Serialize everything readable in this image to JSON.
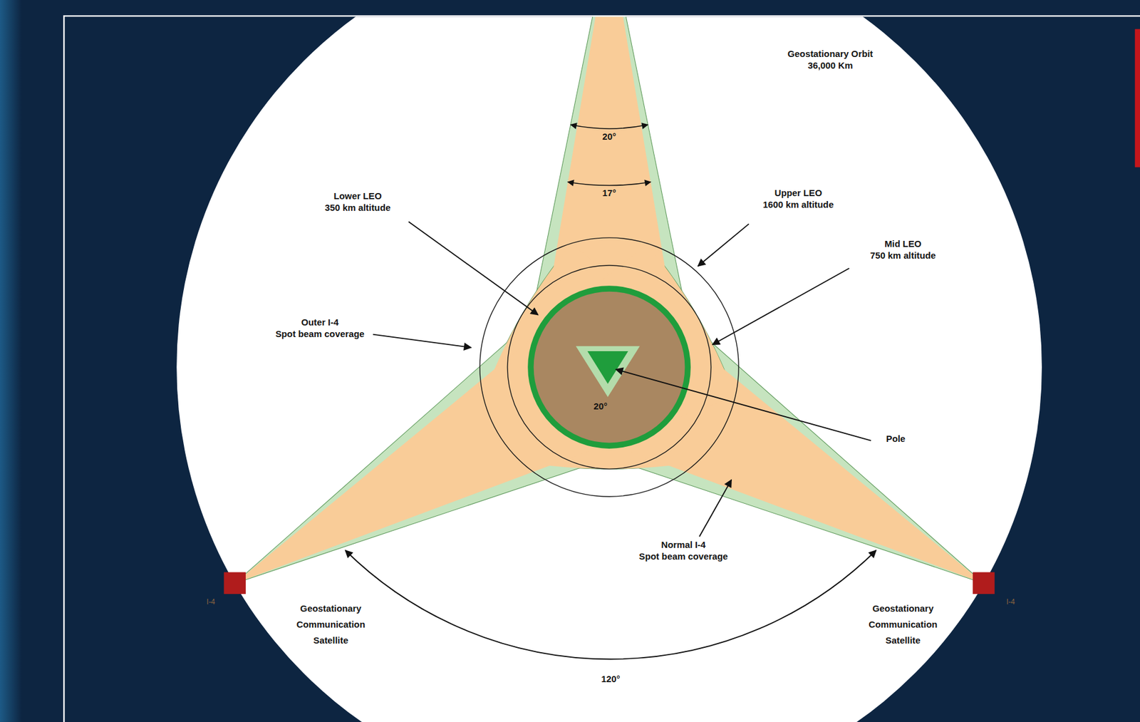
{
  "diagram": {
    "labels": [
      "Geostationary Orbit",
      "36,000 Km",
      "20°",
      "17°",
      "Lower LEO",
      "350 km altitude",
      "Upper LEO",
      "1600 km altitude",
      "Mid LEO",
      "750 km altitude",
      "Outer I-4",
      "Spot beam coverage",
      "20°",
      "Pole",
      "Normal I-4",
      "Spot beam coverage",
      "Geostationary Communication Satellite",
      "Geostationary Communication Satellite",
      "120°",
      "I-4",
      "I-4"
    ]
  }
}
